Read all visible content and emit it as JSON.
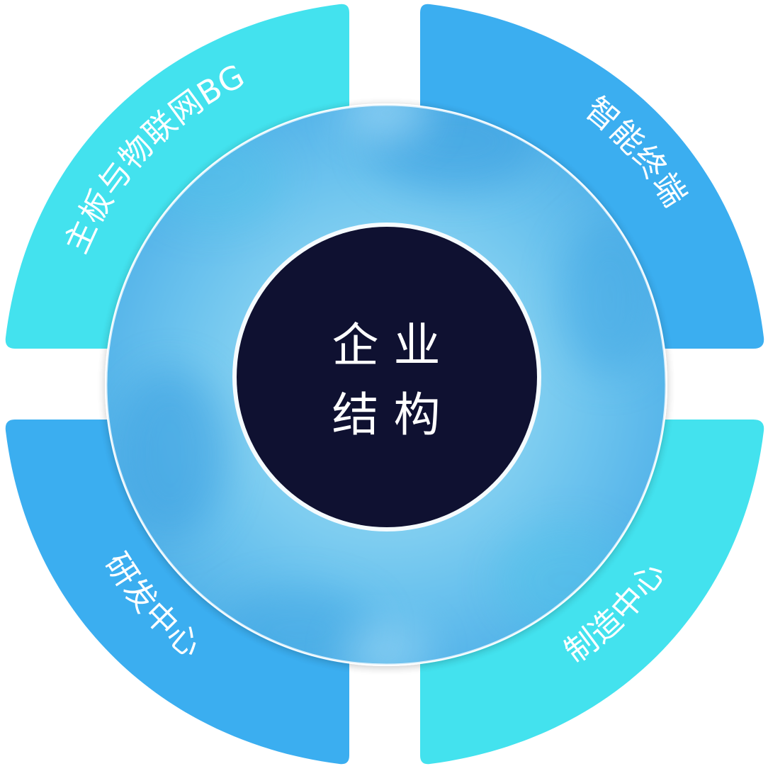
{
  "diagram": {
    "center": {
      "line1": "企 业",
      "line2": "结 构"
    },
    "segments": [
      {
        "id": "top-left",
        "label": "主板与物联网BG",
        "color": "#43E2EE"
      },
      {
        "id": "top-right",
        "label": "智能终端",
        "color": "#3BAEF0"
      },
      {
        "id": "bottom-left",
        "label": "研发中心",
        "color": "#3BAEF0"
      },
      {
        "id": "bottom-right",
        "label": "制造中心",
        "color": "#43E2EE"
      }
    ],
    "colors": {
      "ring_light": "#8CCFF2",
      "ring_dark": "#45AEE6",
      "center_fill": "#0F1131",
      "background": "#FFFFFF"
    }
  }
}
